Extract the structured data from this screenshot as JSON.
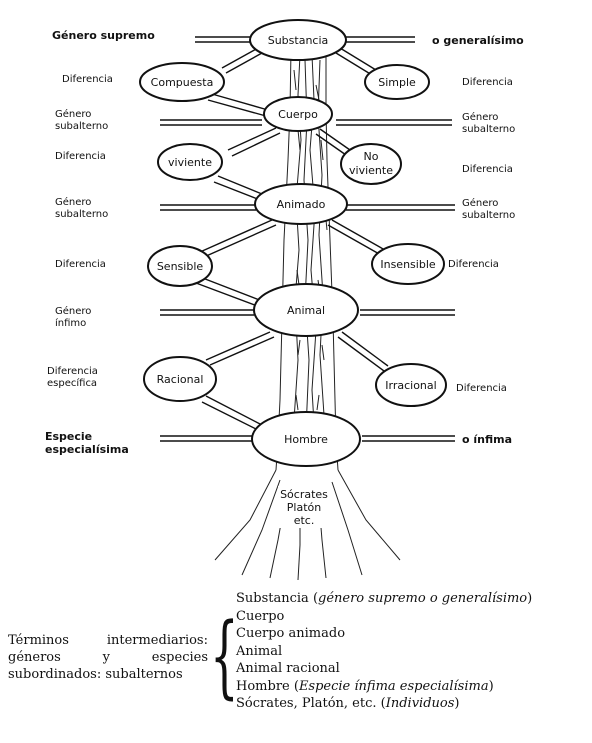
{
  "nodes": {
    "substancia": "Substancia",
    "compuesta": "Compuesta",
    "simple": "Simple",
    "cuerpo": "Cuerpo",
    "viviente": "viviente",
    "no_viviente_1": "No",
    "no_viviente_2": "viviente",
    "animado": "Animado",
    "sensible": "Sensible",
    "insensible": "Insensible",
    "animal": "Animal",
    "racional": "Racional",
    "irracional": "Irracional",
    "hombre": "Hombre",
    "individuals": [
      "Sócrates",
      "Platón",
      "etc."
    ]
  },
  "left_labels": {
    "genero_supremo": "Género supremo",
    "diferencia_1": "Diferencia",
    "genero_subalterno_1": [
      "Género",
      "subalterno"
    ],
    "diferencia_2": "Diferencia",
    "genero_subalterno_2": [
      "Género",
      "subalterno"
    ],
    "diferencia_3": "Diferencia",
    "genero_infimo": [
      "Género",
      "ínfimo"
    ],
    "diferencia_especifica": [
      "Diferencia",
      "específica"
    ],
    "especie": [
      "Especie",
      "especialísima"
    ]
  },
  "right_labels": {
    "generalisimo": "o generalísimo",
    "diferencia_1": "Diferencia",
    "genero_subalterno_1": [
      "Género",
      "subalterno"
    ],
    "diferencia_2": "Diferencia",
    "genero_subalterno_2": [
      "Género",
      "subalterno"
    ],
    "diferencia_3": "Diferencia",
    "diferencia_4": "Diferencia",
    "infima": "o ínfima"
  },
  "summary": {
    "left_text": "Términos intermediarios: géneros y especies subordinados: subalternos",
    "items": [
      {
        "main": "Substancia (",
        "em": "género supremo o generalísimo",
        "end": ")"
      },
      {
        "main": "Cuerpo",
        "em": "",
        "end": ""
      },
      {
        "main": "Cuerpo animado",
        "em": "",
        "end": ""
      },
      {
        "main": "Animal",
        "em": "",
        "end": ""
      },
      {
        "main": "Animal racional",
        "em": "",
        "end": ""
      },
      {
        "main": "Hombre (",
        "em": "Especie ínfima especialísima",
        "end": ")"
      },
      {
        "main": "Sócrates, Platón, etc. (",
        "em": "Individuos",
        "end": ")"
      }
    ]
  }
}
